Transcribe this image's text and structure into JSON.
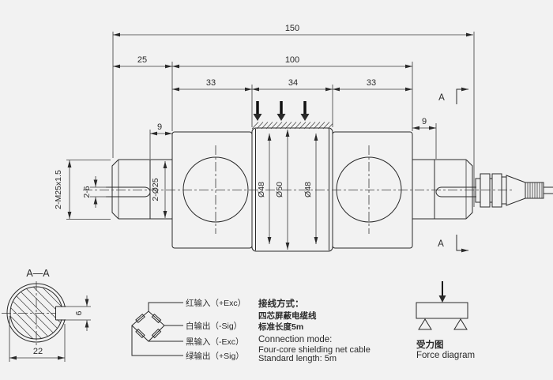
{
  "colors": {
    "background": "#f2f2f2",
    "line": "#2a2a2a"
  },
  "main_view": {
    "dims": {
      "overall": "150",
      "left_end": "25",
      "body": "100",
      "seg_left": "33",
      "seg_center": "34",
      "seg_right": "33",
      "boss_left": "9",
      "boss_right": "9",
      "thread": "2-M25x1.5",
      "slot": "2-6",
      "stud_dia": "2-Ø25",
      "dia_left": "Ø48",
      "dia_center": "Ø50",
      "dia_right": "Ø48"
    },
    "section_marker": "A"
  },
  "section_view": {
    "title": "A—A",
    "width": "22",
    "flat_height": "6"
  },
  "wiring": {
    "labels": [
      "红输入（+Exc）",
      "白输出（-Sig）",
      "黑输入（-Exc）",
      "绿输出（+Sig）"
    ]
  },
  "connection": {
    "zh_title": "接线方式：",
    "zh_cable": "四芯屏蔽电缆线",
    "zh_length": "标准长度5m",
    "en_title": "Connection mode:",
    "en_cable": "Four-core shielding net cable",
    "en_length": "Standard length: 5m"
  },
  "force": {
    "zh": "受力图",
    "en": "Force diagram"
  }
}
